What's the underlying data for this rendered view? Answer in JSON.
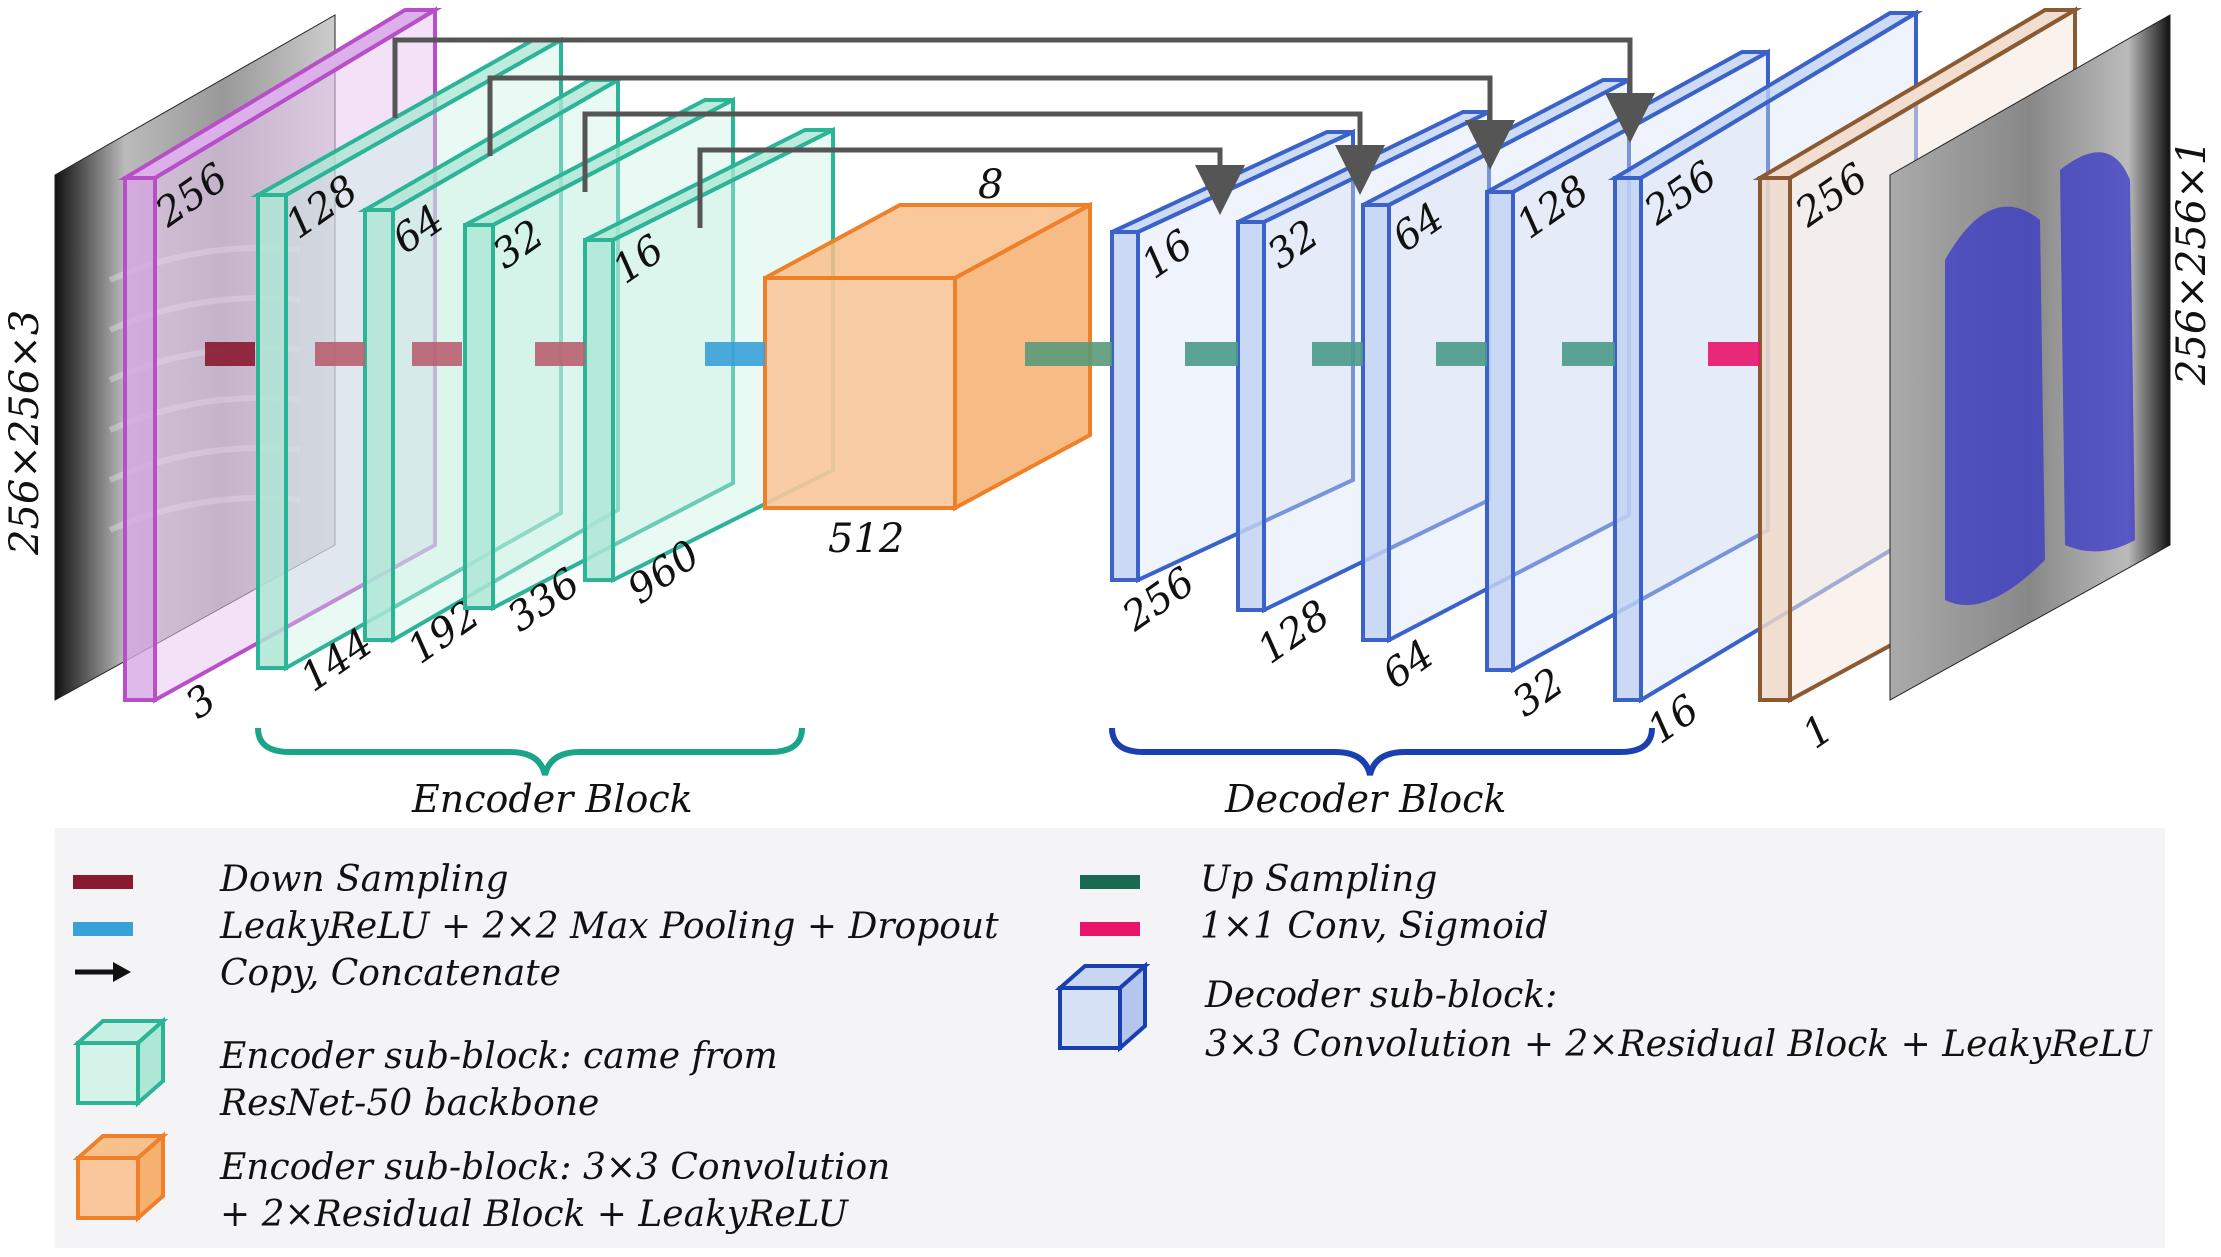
{
  "colors": {
    "input_slab": "#b84fc8",
    "encoder": "#2bb596",
    "bottleneck": "#f07f2a",
    "decoder": "#3a62c8",
    "output_slab": "#8a5a33",
    "down_sampling": "#8a1a30",
    "pooling": "#3aa0d8",
    "up_sampling": "#1a6a50",
    "conv_sigmoid": "#e8146a",
    "arrow": "#555555",
    "encoder_brace": "#1aa58a",
    "decoder_brace": "#1a3fb0",
    "legend_bg": "#f4f4f6"
  },
  "input": {
    "size_label": "256×256×3",
    "depth_label": "256",
    "channels_label": "3"
  },
  "output": {
    "size_label": "256×256×1",
    "depth_label": "256",
    "channels_label": "1"
  },
  "encoder_blocks": [
    {
      "depth": "128",
      "channels": "144"
    },
    {
      "depth": "64",
      "channels": "192"
    },
    {
      "depth": "32",
      "channels": "336"
    },
    {
      "depth": "16",
      "channels": "960"
    }
  ],
  "bottleneck": {
    "depth": "8",
    "channels": "512"
  },
  "decoder_blocks": [
    {
      "depth": "16",
      "channels": "256"
    },
    {
      "depth": "32",
      "channels": "128"
    },
    {
      "depth": "64",
      "channels": "64"
    },
    {
      "depth": "128",
      "channels": "32"
    },
    {
      "depth": "256",
      "channels": "16"
    }
  ],
  "braces": {
    "encoder_label": "Encoder Block",
    "decoder_label": "Decoder Block"
  },
  "legend": {
    "down_sampling": "Down Sampling",
    "pooling": "LeakyReLU + 2×2 Max Pooling  + Dropout",
    "copy": "Copy, Concatenate",
    "encoder_sub_1": "Encoder sub-block: came from",
    "encoder_sub_2": "ResNet-50 backbone",
    "encoder_conv_1": "Encoder sub-block: 3×3  Convolution",
    "encoder_conv_2": "+ 2×Residual Block + LeakyReLU",
    "up_sampling": "Up Sampling",
    "conv_sigmoid": "1×1 Conv, Sigmoid",
    "decoder_sub_1": "Decoder sub-block:",
    "decoder_sub_2": "3×3  Convolution + 2×Residual Block + LeakyReLU"
  }
}
